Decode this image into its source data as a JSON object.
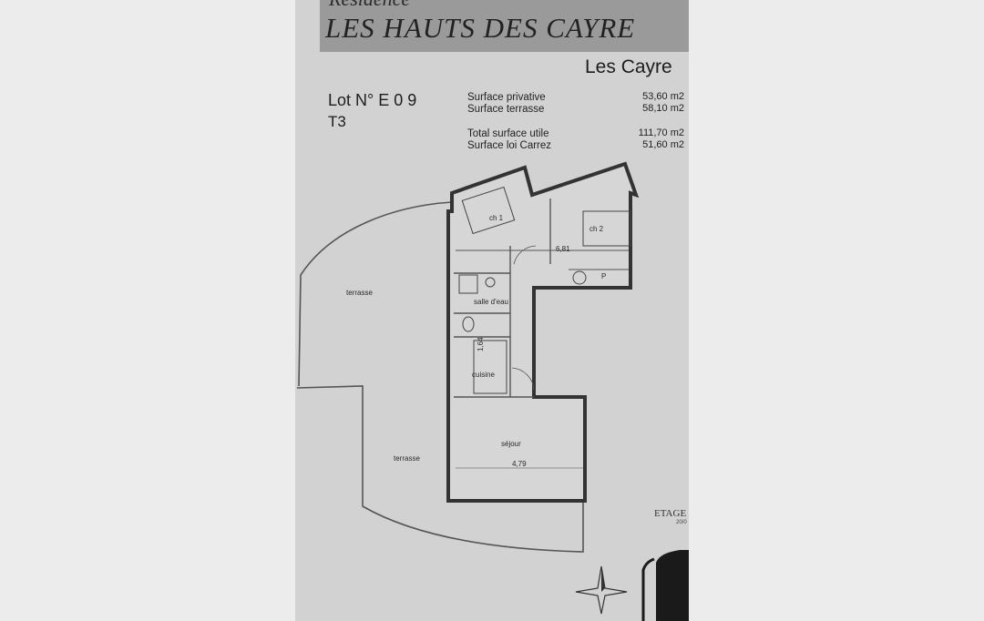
{
  "document": {
    "banner_top": "Résidence",
    "banner_title": "LES HAUTS DES CAYRE",
    "location": "Les Cayre",
    "lot": "Lot N° E 0 9",
    "type": "T3",
    "surfaces": [
      {
        "label": "Surface privative",
        "value": "53,60 m2"
      },
      {
        "label": "Surface terrasse",
        "value": "58,10 m2"
      },
      {
        "label": "Total surface utile",
        "value": "111,70 m2"
      },
      {
        "label": "Surface loi Carrez",
        "value": "51,60 m2"
      }
    ],
    "rooms": {
      "ch1": "ch 1",
      "ch2": "ch 2",
      "salle_deau": "salle d'eau",
      "cuisine": "cuisine",
      "sejour": "séjour",
      "terrasse_top": "terrasse",
      "terrasse_bottom": "terrasse",
      "placard": "P"
    },
    "dimensions": {
      "d1": "6,81",
      "d2": "1,64",
      "d3": "4,79"
    },
    "floor": "ETAGE",
    "date": "20/0"
  }
}
